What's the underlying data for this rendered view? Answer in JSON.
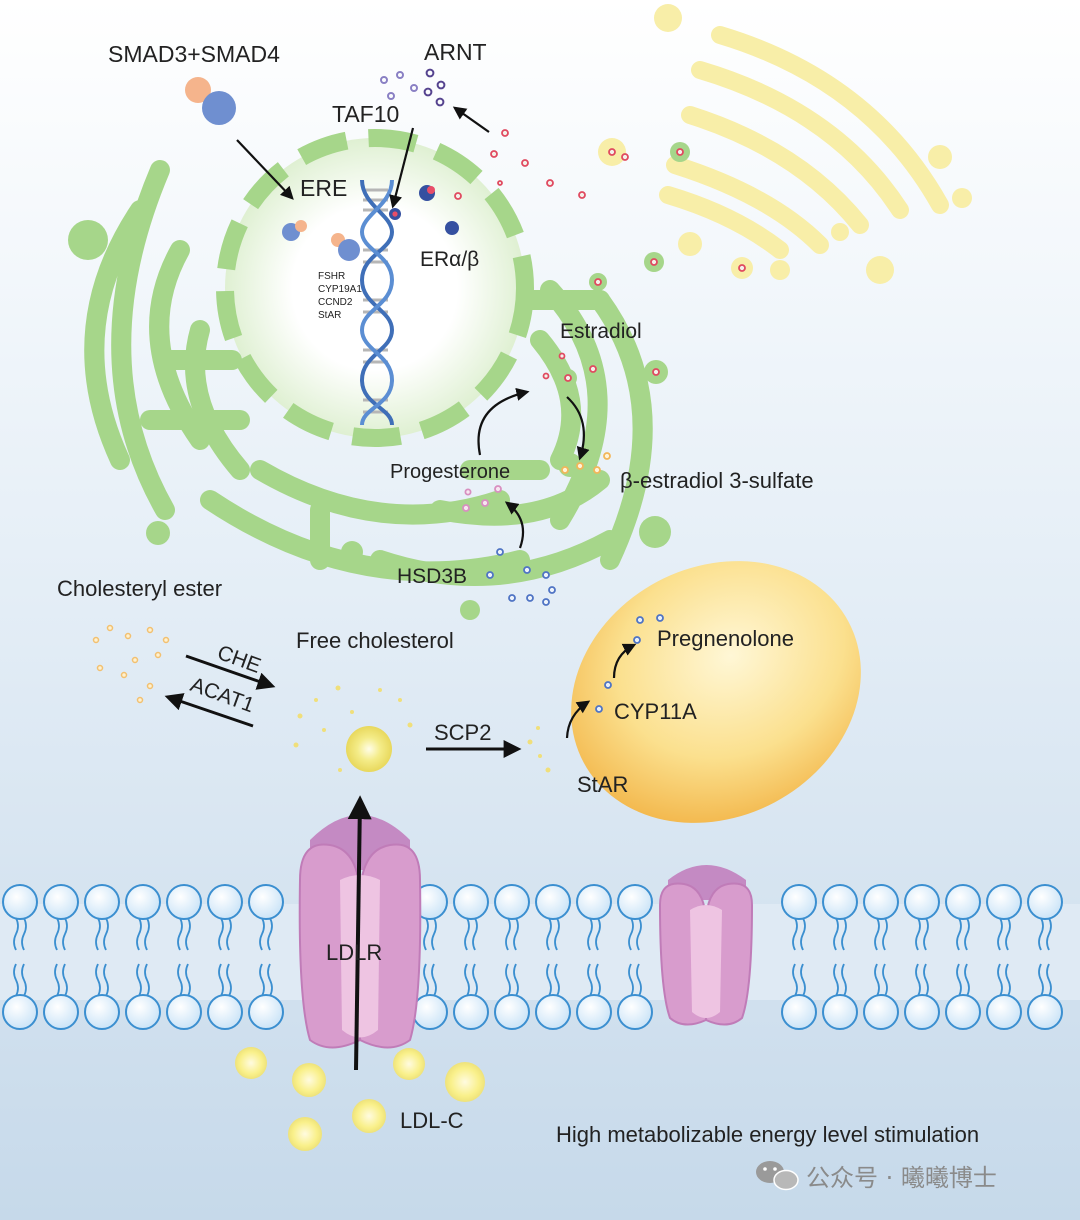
{
  "labels": {
    "smad": "SMAD3+SMAD4",
    "arnt": "ARNT",
    "taf10": "TAF10",
    "ere": "ERE",
    "era": "ERα/β",
    "genes": [
      "FSHR",
      "CYP19A1",
      "CCND2",
      "StAR"
    ],
    "estradiol": "Estradiol",
    "progesterone": "Progesterone",
    "estradiol_sulfate": "β-estradiol 3-sulfate",
    "hsd3b": "HSD3B",
    "cholesteryl_ester": "Cholesteryl ester",
    "free_cholesterol": "Free cholesterol",
    "che": "CHE",
    "acat1": "ACAT1",
    "scp2": "SCP2",
    "pregnenolone": "Pregnenolone",
    "cyp11a": "CYP11A",
    "star": "StAR",
    "ldlr": "LDLR",
    "ldlc": "LDL-C",
    "stimulation": "High metabolizable energy level stimulation"
  },
  "watermark": {
    "icon": "wechat-icon",
    "text": "公众号 · 曦曦博士"
  },
  "colors": {
    "green": "#a6d68a",
    "yellow": "#f8eea8",
    "mito": "#f6cf6b",
    "membrane": "#4a9bd6",
    "receptor": "#d58fc5",
    "dna": "#3f6fb8",
    "bg_top": "#ffffff",
    "bg_bottom": "#c9dcec"
  }
}
